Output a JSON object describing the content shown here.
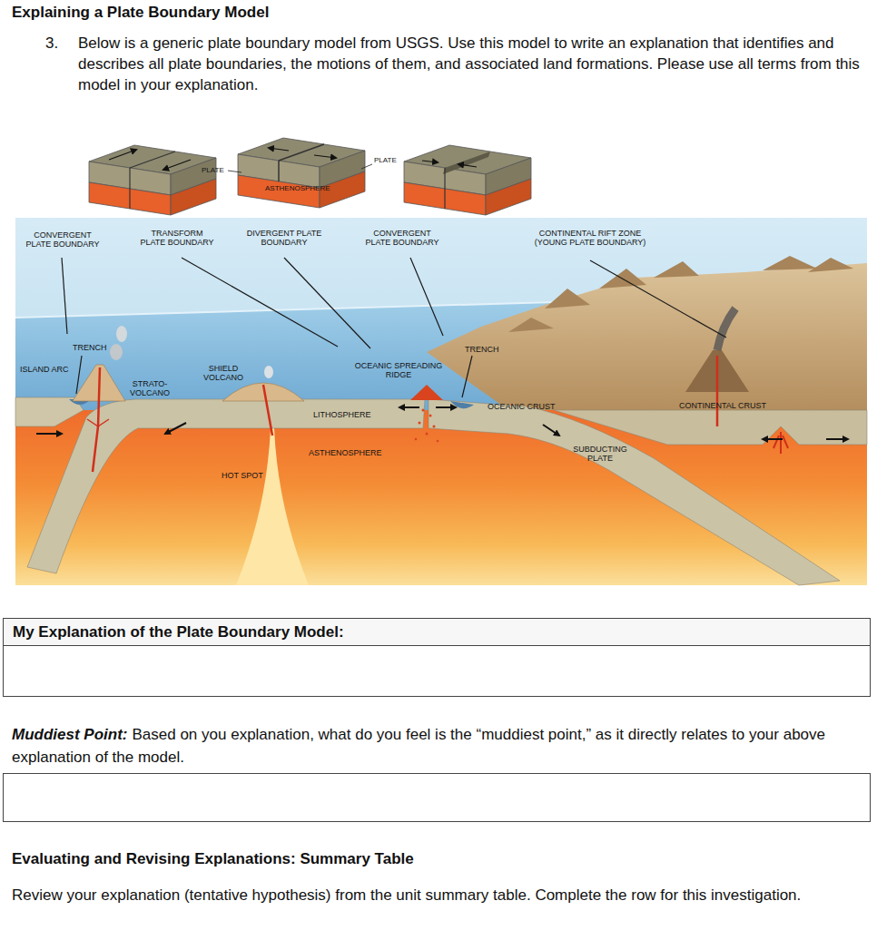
{
  "diagram": {
    "title": "Explaining a Plate Boundary Model",
    "nodes": [
      {
        "text": [
          "My Explanation of the Plate Boundary Model:"
        ]
      }
    ],
    "labels": [
      "3.",
      "Below is a generic plate boundary model from USGS. Use this model to write an explanation that identifies and describes all plate boundaries, the motions of them, and associated land formations. Please use all terms from this model in your explanation.",
      "PLATE",
      "PLATE",
      "ASTHENOSPHERE",
      "CONVERGENT PLATE BOUNDARY",
      "TRANSFORM PLATE BOUNDARY",
      "DIVERGENT PLATE BOUNDARY",
      "CONVERGENT PLATE BOUNDARY",
      "CONTINENTAL RIFT ZONE (YOUNG PLATE BOUNDARY)",
      "TRENCH",
      "ISLAND ARC",
      "STRATO- VOLCANO",
      "SHIELD VOLCANO",
      "OCEANIC SPREADING RIDGE",
      "TRENCH",
      "OCEANIC CRUST",
      "CONTINENTAL CRUST",
      "LITHOSPHERE",
      "ASTHENOSPHERE",
      "SUBDUCTING PLATE",
      "HOT SPOT",
      "Muddiest Point:",
      "Based on you explanation, what do you feel is the “muddiest point,” as it directly relates to your above explanation of the model.",
      "Evaluating and Revising Explanations: Summary Table",
      "Review your explanation (tentative hypothesis) from the unit summary table. Complete the row for this investigation."
    ]
  }
}
